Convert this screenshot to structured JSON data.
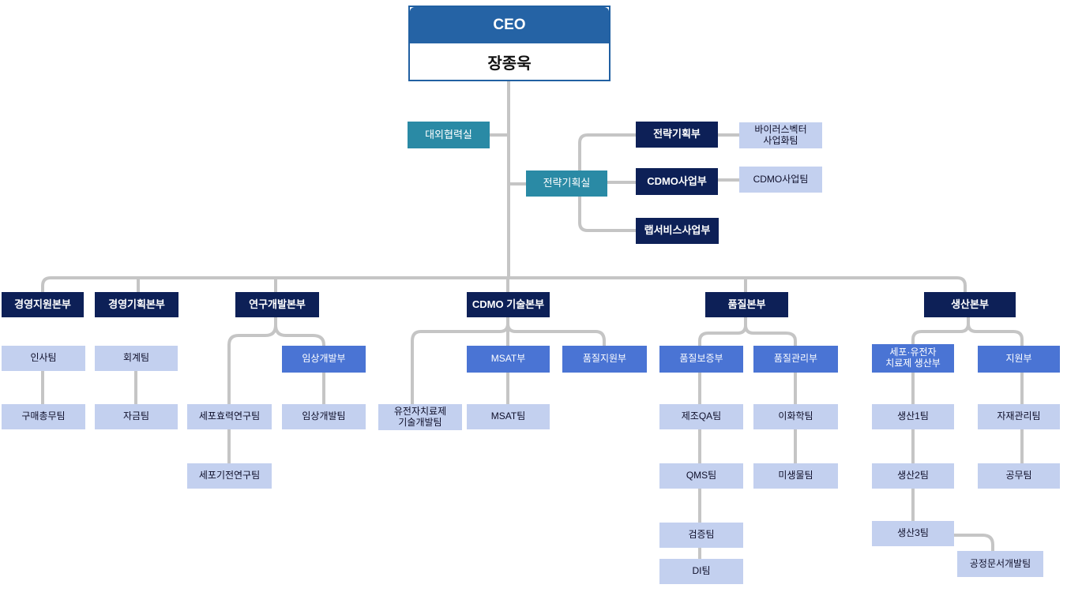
{
  "ceo": {
    "title": "CEO",
    "name": "장종욱"
  },
  "staff": {
    "external": "대외협력실",
    "strategy": "전략기획실"
  },
  "strategy_units": {
    "planning": "전략기획부",
    "cdmo_biz": "CDMO사업부",
    "lab_service": "랩서비스사업부",
    "vector": "바이러스벡터\n사업화팀",
    "cdmo_team": "CDMO사업팀"
  },
  "divisions": {
    "mgmt_support": "경영지원본부",
    "mgmt_planning": "경영기획본부",
    "rnd": "연구개발본부",
    "cdmo_tech": "CDMO 기술본부",
    "quality": "품질본부",
    "production": "생산본부"
  },
  "teams": {
    "hr": "인사팀",
    "purchase": "구매총무팀",
    "accounting": "회계팀",
    "funds": "자금팀",
    "cell_efficacy": "세포효력연구팀",
    "cell_mechanism": "세포기전연구팀",
    "clinical_dept": "임상개발부",
    "clinical_team": "임상개발팀",
    "gene_therapy": "유전자치료제\n기술개발팀",
    "msat_dept": "MSAT부",
    "msat_team": "MSAT팀",
    "qs_dept": "품질지원부",
    "qa_dept": "품질보증부",
    "qc_dept": "품질관리부",
    "mfg_qa": "제조QA팀",
    "qms": "QMS팀",
    "validation": "검증팀",
    "di": "DI팀",
    "physchem": "이화학팀",
    "micro": "미생물팀",
    "cell_gene_prod": "세포·유전자\n치료제 생산부",
    "support_dept": "지원부",
    "prod1": "생산1팀",
    "prod2": "생산2팀",
    "prod3": "생산3팀",
    "process_doc": "공정문서개발팀",
    "material": "자재관리팀",
    "facility": "공무팀"
  },
  "colors": {
    "ceo_header": "#2563a5",
    "division": "#0d2057",
    "staff": "#2a8aa5",
    "department": "#4a74d4",
    "team": "#c3d0ef",
    "connector": "#c5c5c5"
  }
}
